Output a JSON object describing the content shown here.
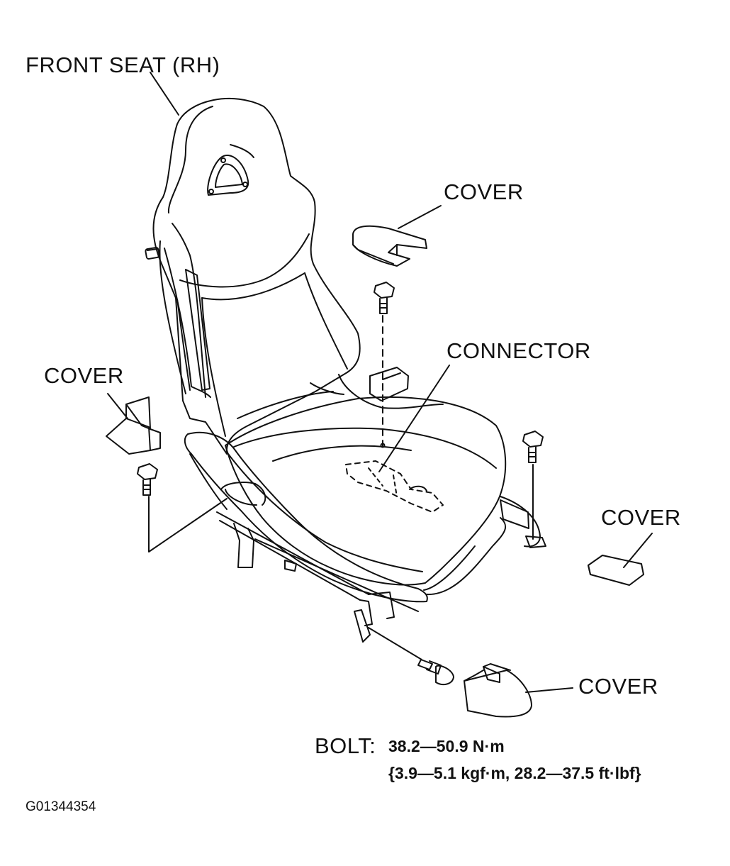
{
  "labels": {
    "front_seat": "FRONT SEAT (RH)",
    "cover_top_right": "COVER",
    "connector": "CONNECTOR",
    "cover_left": "COVER",
    "cover_right": "COVER",
    "cover_bottom": "COVER"
  },
  "bolt_spec": {
    "label": "BOLT:",
    "torque_nm": "38.2—50.9 N·m",
    "torque_alt": "{3.9—5.1 kgf·m, 28.2—37.5 ft·lbf}"
  },
  "figure_id": "G01344354",
  "colors": {
    "ink": "#111111",
    "background": "#ffffff"
  }
}
